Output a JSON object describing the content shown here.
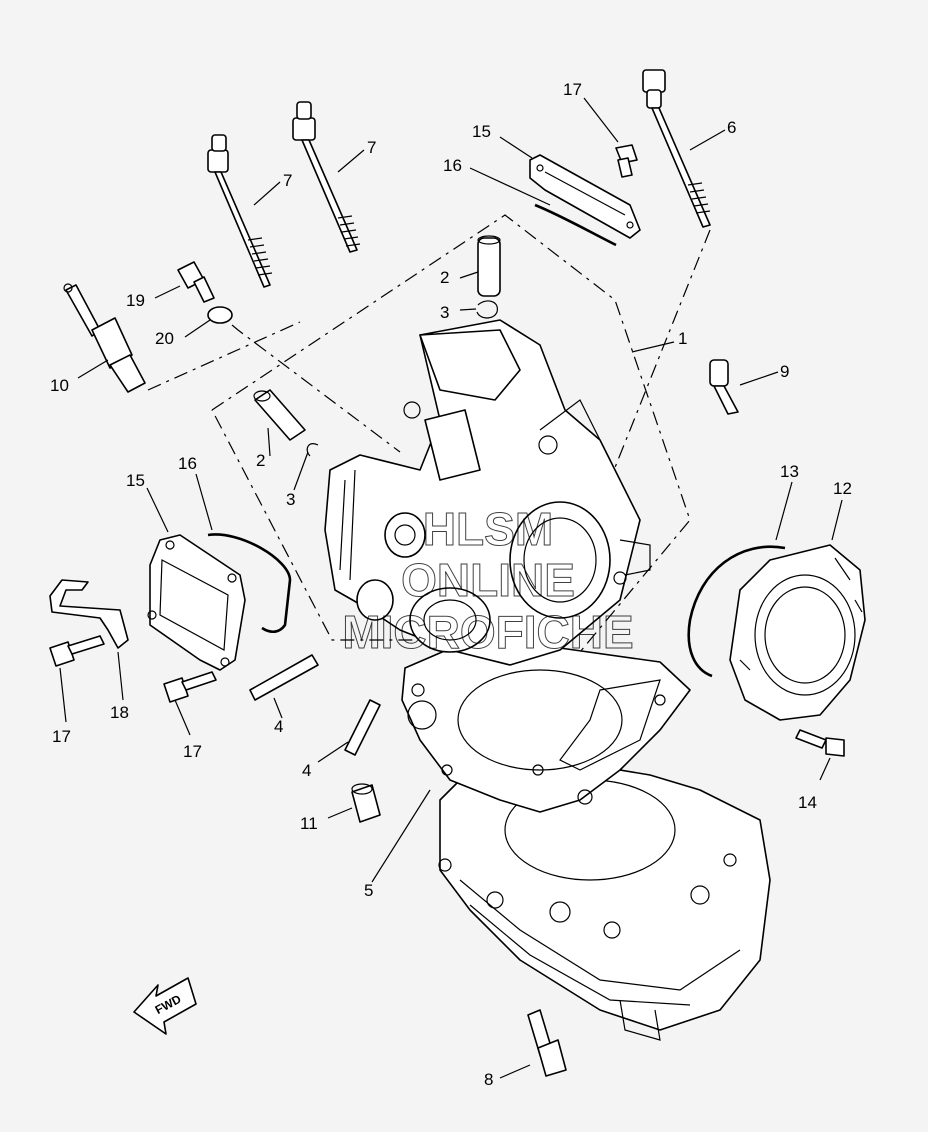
{
  "callouts": {
    "c1": "1",
    "c2a": "2",
    "c2b": "2",
    "c3a": "3",
    "c3b": "3",
    "c4a": "4",
    "c4b": "4",
    "c5": "5",
    "c6": "6",
    "c7a": "7",
    "c7b": "7",
    "c8": "8",
    "c9": "9",
    "c10": "10",
    "c11": "11",
    "c12": "12",
    "c13": "13",
    "c14": "14",
    "c15a": "15",
    "c15b": "15",
    "c16a": "16",
    "c16b": "16",
    "c17a": "17",
    "c17b": "17",
    "c17c": "17",
    "c18": "18",
    "c19": "19",
    "c20": "20"
  },
  "watermark": {
    "line1": "HLSM",
    "line2": "ONLINE",
    "line3": "MICROFICHE"
  },
  "fwd_label": "FWD"
}
